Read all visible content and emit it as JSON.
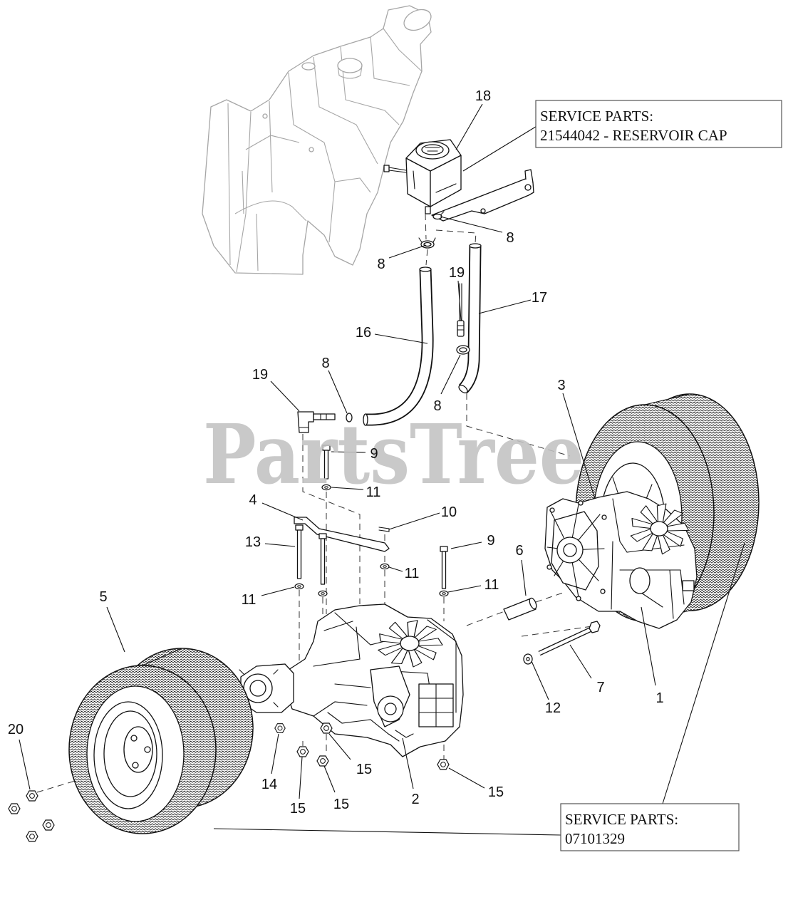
{
  "callouts": [
    "18",
    "8",
    "8",
    "19",
    "17",
    "16",
    "19",
    "8",
    "8",
    "3",
    "9",
    "11",
    "4",
    "10",
    "13",
    "9",
    "6",
    "11",
    "11",
    "11",
    "5",
    "7",
    "1",
    "12",
    "20",
    "14",
    "15",
    "15",
    "2",
    "15",
    "15"
  ],
  "service_boxes": [
    {
      "heading": "SERVICE PARTS:",
      "line": "21544042 - RESERVOIR CAP"
    },
    {
      "heading": "SERVICE PARTS:",
      "line": "07101329"
    }
  ],
  "watermark": "PartsTree",
  "colors": {
    "line": "#111111",
    "tank": "#a6a6a6",
    "watermark": "#c2c2c2",
    "box_border": "#555555"
  }
}
